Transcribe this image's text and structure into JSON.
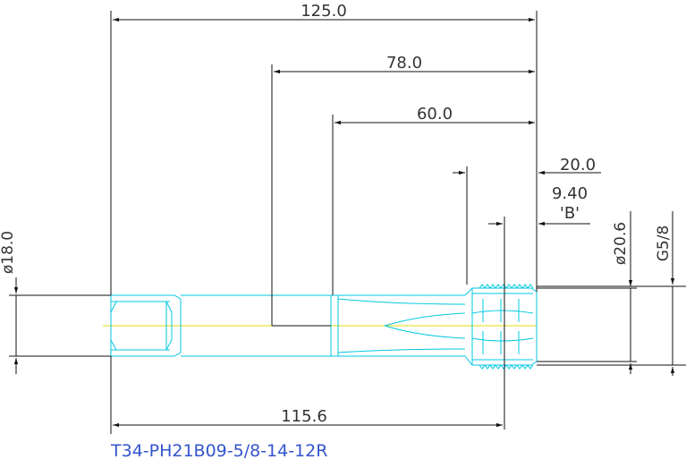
{
  "colors": {
    "background": "#ffffff",
    "dimension_line": "#111111",
    "tool_outline": "#00c8e0",
    "centerline": "#e6d800",
    "title_text": "#3355cc"
  },
  "dimensions": {
    "overall_length": "125.0",
    "length_78": "78.0",
    "length_60": "60.0",
    "thread_length": "20.0",
    "chamfer_length": "9.40",
    "chamfer_ref": "'B'",
    "body_length": "115.6",
    "shank_diameter": "ø18.0",
    "thread_diameter": "ø20.6",
    "thread_size": "G5/8"
  },
  "title": "T34-PH21B09-5/8-14-12R"
}
